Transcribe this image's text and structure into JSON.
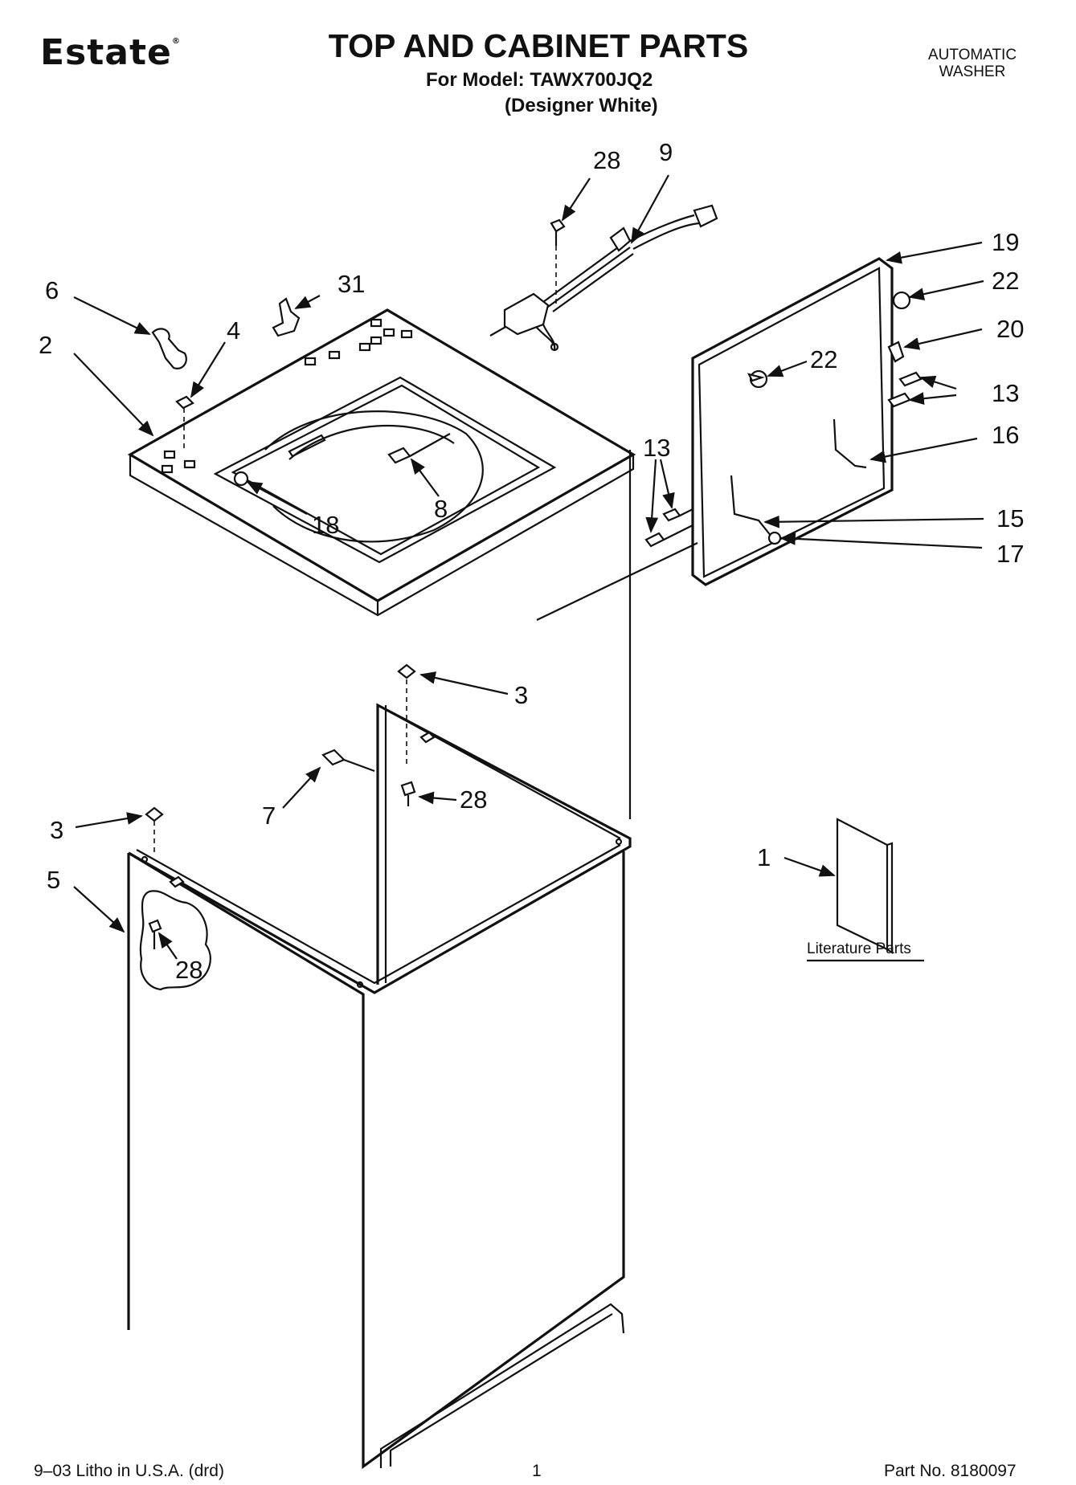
{
  "header": {
    "brand": "Estate",
    "brand_mark": "®",
    "title": "TOP AND CABINET PARTS",
    "model_line": "For Model: TAWX700JQ2",
    "color_line": "(Designer White)",
    "appliance_line1": "AUTOMATIC",
    "appliance_line2": "WASHER"
  },
  "callouts": {
    "c28a": "28",
    "c9": "9",
    "c19": "19",
    "c22a": "22",
    "c20": "20",
    "c6": "6",
    "c31": "31",
    "c4": "4",
    "c2": "2",
    "c22b": "22",
    "c13a": "13",
    "c16": "16",
    "c13b": "13",
    "c15": "15",
    "c17": "17",
    "c8": "8",
    "c18": "18",
    "c3a": "3",
    "c28b": "28",
    "c7": "7",
    "c3b": "3",
    "c5": "5",
    "c28c": "28",
    "c1": "1"
  },
  "literature_label": "Literature Parts",
  "footer": {
    "left": "9–03 Litho in U.S.A. (drd)",
    "page": "1",
    "part_no": "Part No. 8180097"
  }
}
